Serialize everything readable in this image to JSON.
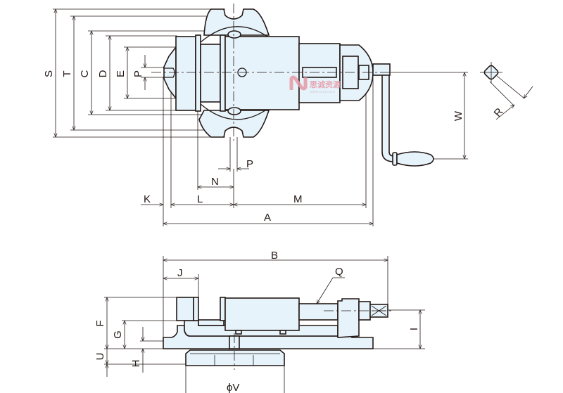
{
  "drawing": {
    "top_view_labels": {
      "S": "S",
      "T": "T",
      "C": "C",
      "D": "D",
      "E": "E",
      "P_left": "P",
      "P_slot": "P",
      "N": "N",
      "K": "K",
      "L": "L",
      "M": "M",
      "A": "A",
      "W": "W",
      "R": "R"
    },
    "side_view_labels": {
      "B": "B",
      "J": "J",
      "Q": "Q",
      "F": "F",
      "G": "G",
      "U": "U",
      "H": "H",
      "I": "I",
      "V": "ϕV"
    }
  },
  "watermark": {
    "brand": "思诚资源",
    "url": "www.sczy.com"
  },
  "colors": {
    "part_fill": "#e6f3fb",
    "line": "#231815",
    "watermark": "#e59aa6"
  }
}
